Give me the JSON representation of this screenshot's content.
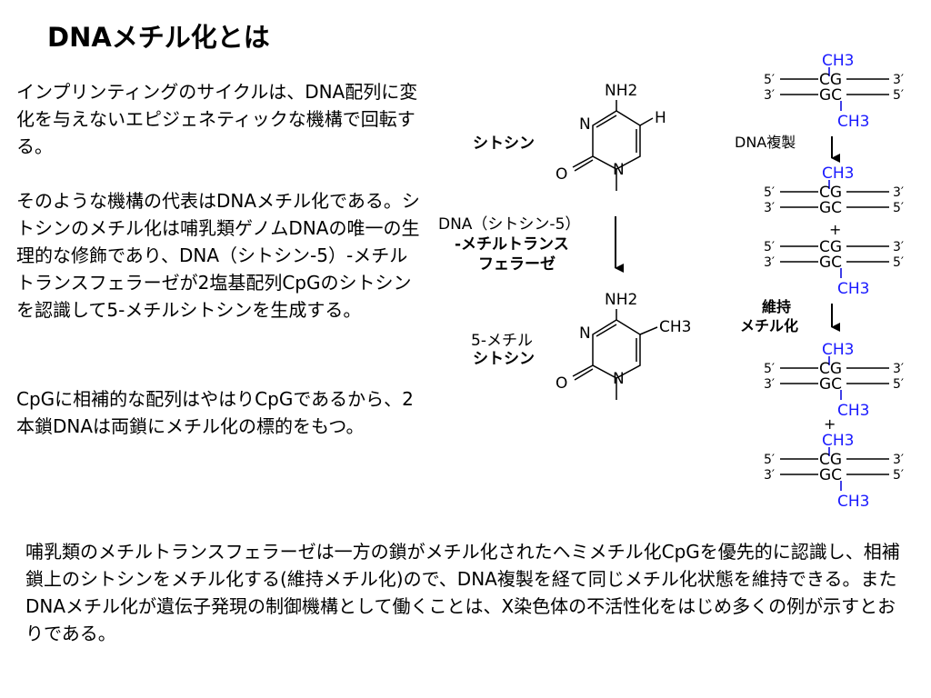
{
  "title": "DNAメチル化とは",
  "paragraphs": [
    "インプリンティングのサイクルは、DNA配列に変化を与えないエピジェネティックな機構で回転する。",
    "そのような機構の代表はDNAメチル化である。シトシンのメチル化は哺乳類ゲノムDNAの唯一の生理的な修飾であり、DNA（シトシン-5）-メチルトランスフェラーゼが2塩基配列CpGのシトシンを認識して5-メチルシトシンを生成する。",
    "CpGに相補的な配列はやはりCpGであるから、2本鎖DNAは両鎖にメチル化の標的をもつ。"
  ],
  "bottom_text": "哺乳類のメチルトランスフェラーゼは一方の鎖がメチル化されたヘミメチル化CpGを優先的に認識し、相補鎖上のシトシンをメチル化する(維持メチル化)ので、DNA複製を経て同じメチル化状態を維持できる。またDNAメチル化が遺伝子発現の制御機構として働くことは、X染色体の不活性化をはじめ多くの例が示すとおりである。",
  "reaction": {
    "cytosine_label": "シトシン",
    "enzyme_line1": "DNA（シトシン-5）",
    "enzyme_line2": "-メチルトランス",
    "enzyme_line3": "フェラーゼ",
    "product_line1": "5-メチル",
    "product_line2": "シトシン",
    "nh2": "NH2",
    "n": "N",
    "o": "O",
    "h": "H",
    "ch3": "CH3"
  },
  "replication": {
    "prime5": "5′",
    "prime3": "3′",
    "top_bases": "CG",
    "bottom_bases": "GC",
    "methyl": "CH3",
    "plus": "+",
    "step1_label": "DNA複製",
    "step2_label_line1": "維持",
    "step2_label_line2": "メチル化"
  },
  "colors": {
    "methyl": "#1a1aff",
    "text": "#000000"
  }
}
